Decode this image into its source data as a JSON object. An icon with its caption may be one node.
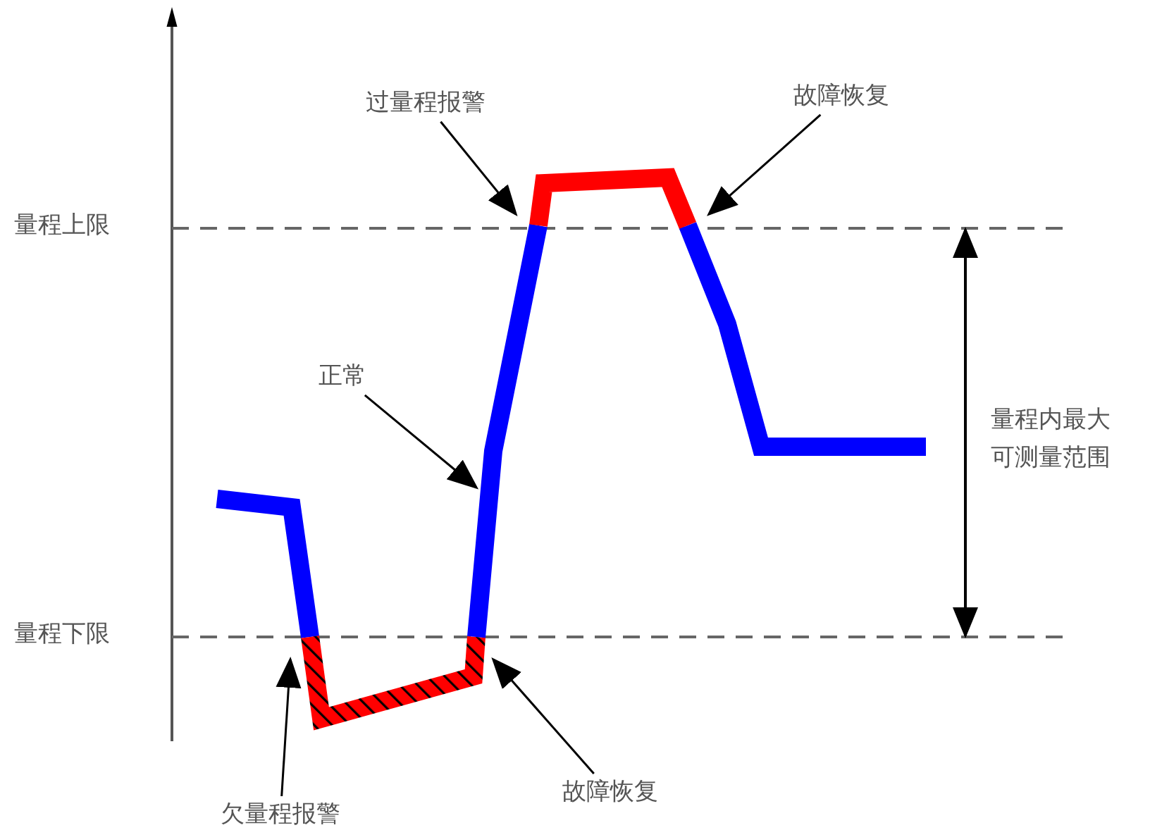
{
  "diagram": {
    "nodes": [
      {
        "text": [
          "过量程报警"
        ]
      },
      {
        "text": [
          "故障恢复"
        ]
      },
      {
        "text": [
          "正常"
        ]
      },
      {
        "text": [
          "欠量程报警"
        ]
      },
      {
        "text": [
          "故障恢复"
        ]
      }
    ],
    "edges": [
      {
        "from": 0,
        "to": null,
        "arrow": "to"
      },
      {
        "from": 1,
        "to": null,
        "arrow": "to"
      },
      {
        "from": 2,
        "to": null,
        "arrow": "to"
      },
      {
        "from": 3,
        "to": null,
        "arrow": "to"
      },
      {
        "from": 4,
        "to": null,
        "arrow": "to"
      }
    ],
    "labels": [
      "量程上限",
      "量程下限",
      "量程内最大可测量范围"
    ]
  }
}
